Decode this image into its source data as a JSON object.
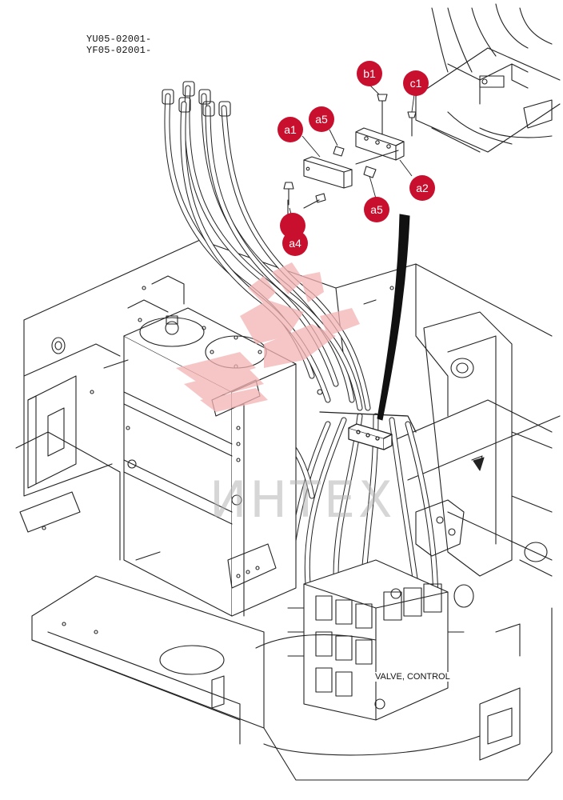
{
  "diagram": {
    "serial_numbers": [
      "YU05-02001-",
      "YF05-02001-"
    ],
    "callouts": [
      "a1",
      "a2",
      "a4",
      "a5",
      "a5",
      "b1",
      "c1"
    ],
    "parts": {
      "control_valve": "VALVE, CONTROL"
    },
    "watermark": "ИНТЕХ"
  },
  "colors": {
    "callout_fill": "#c8102e",
    "line": "#222222",
    "watermark": "#f4b4b4"
  }
}
